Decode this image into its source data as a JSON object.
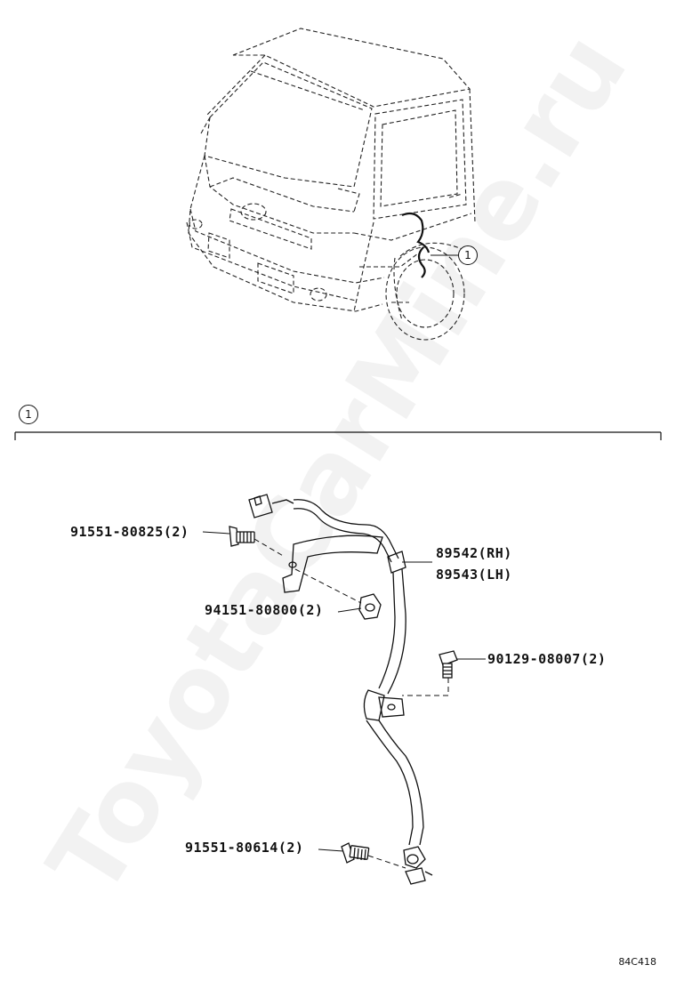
{
  "watermark": "ToyotaCarMine.ru",
  "diagram_code": "84C418",
  "callout": "1",
  "parts": [
    {
      "number": "91551-80825",
      "qty": "(2)"
    },
    {
      "number": "89542",
      "side": "(RH)"
    },
    {
      "number": "89543",
      "side": "(LH)"
    },
    {
      "number": "94151-80800",
      "qty": "(2)"
    },
    {
      "number": "90129-08007",
      "qty": "(2)"
    },
    {
      "number": "91551-80614",
      "qty": "(2)"
    }
  ]
}
